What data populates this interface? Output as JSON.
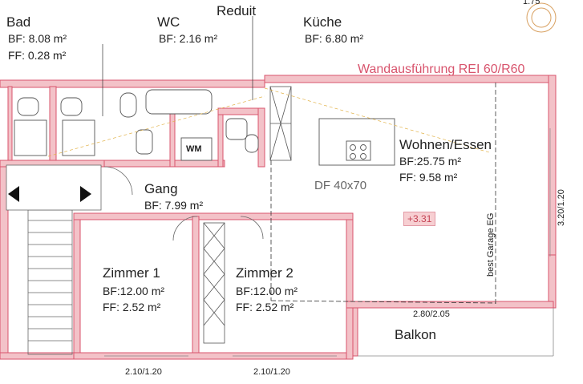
{
  "labels": {
    "bad": {
      "name": "Bad",
      "bf": "BF:  8.08 m²",
      "ff": "FF:  0.28 m²"
    },
    "wc": {
      "name": "WC",
      "bf": "BF:  2.16 m²"
    },
    "reduit": {
      "name": "Reduit"
    },
    "kueche": {
      "name": "Küche",
      "bf": "BF:  6.80 m²"
    },
    "wohnen": {
      "name": "Wohnen/Essen",
      "bf": "BF:25.75 m²",
      "ff": "FF:  9.58 m²"
    },
    "gang": {
      "name": "Gang",
      "bf": "BF:  7.99 m²"
    },
    "zimmer1": {
      "name": "Zimmer 1",
      "bf": "BF:12.00 m²",
      "ff": "FF:  2.52 m²"
    },
    "zimmer2": {
      "name": "Zimmer 2",
      "bf": "BF:12.00 m²",
      "ff": "FF:  2.52 m²"
    },
    "balkon": {
      "name": "Balkon"
    }
  },
  "annotations": {
    "wall_note": "Wandausführung REI 60/R60",
    "wm": "WM",
    "df": "DF 40x70",
    "level": "+3.31",
    "garage": "best Garage EG",
    "dim_right": "3.20/1.20",
    "dim_balcony": "2.80/2.05",
    "dim_window_1": "2.10/1.20",
    "dim_window_2": "2.10/1.20",
    "top_right_fragment": "1.75"
  },
  "colors": {
    "wall_fill": "#f3c2c8",
    "wall_stroke": "#d8546d",
    "note_color": "#d8546d",
    "badge_fill": "#f7cfd2",
    "fixture_stroke": "#555555",
    "guide_line": "#e2b34a"
  }
}
